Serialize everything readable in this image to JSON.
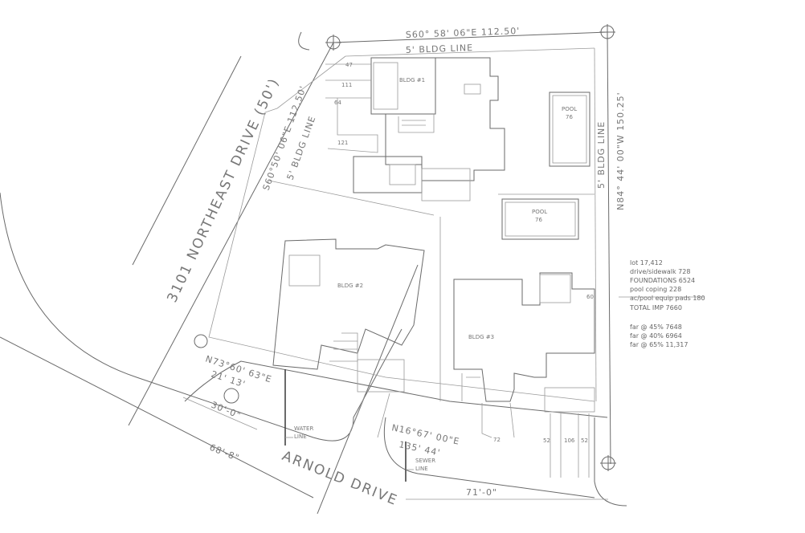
{
  "bearings": {
    "north": "S60° 58' 06\"E 112.50'",
    "west": "S60°50' 06\"E 112.50'",
    "east": "N84° 44' 00\"W 150.25'",
    "southwest": "N73°60' 63\"E",
    "southwest_len": "21' 13'",
    "south": "N16°67' 00\"E",
    "south_len": "135' 44'"
  },
  "streets": {
    "northeast": "3101 NORTHEAST DRIVE (50')",
    "arnold": "ARNOLD DRIVE"
  },
  "setbacks": {
    "north": "5' BLDG LINE",
    "west": "5' BLDG LINE",
    "east": "5' BLDG LINE"
  },
  "buildings": {
    "b1": "BLDG #1",
    "b2": "BLDG #2",
    "b3": "BLDG #3"
  },
  "pools": [
    {
      "label": "POOL",
      "area": "76"
    },
    {
      "label": "POOL",
      "area": "76"
    }
  ],
  "dimensions": {
    "d30": "30'-0\"",
    "d68": "68'-8\"",
    "d71": "71'-0\""
  },
  "areas": {
    "a47": "47",
    "a111": "111",
    "a64": "64",
    "a121": "121",
    "a60": "60",
    "a72": "72",
    "a52a": "52",
    "a106": "106",
    "a52b": "52"
  },
  "utilities": {
    "water": [
      "WATER",
      "LINE"
    ],
    "sewer": [
      "SEWER",
      "LINE"
    ]
  },
  "table": {
    "lot": "lot 17,412",
    "rows": [
      "drive/sidewalk  728",
      "FOUNDATIONS  6524",
      "pool coping  228",
      "ac/pool equip pads  180"
    ],
    "total": "TOTAL IMP   7660",
    "far": [
      "far @ 45%     7648",
      "far @ 40%     6964",
      "far @ 65%     11,317"
    ]
  }
}
